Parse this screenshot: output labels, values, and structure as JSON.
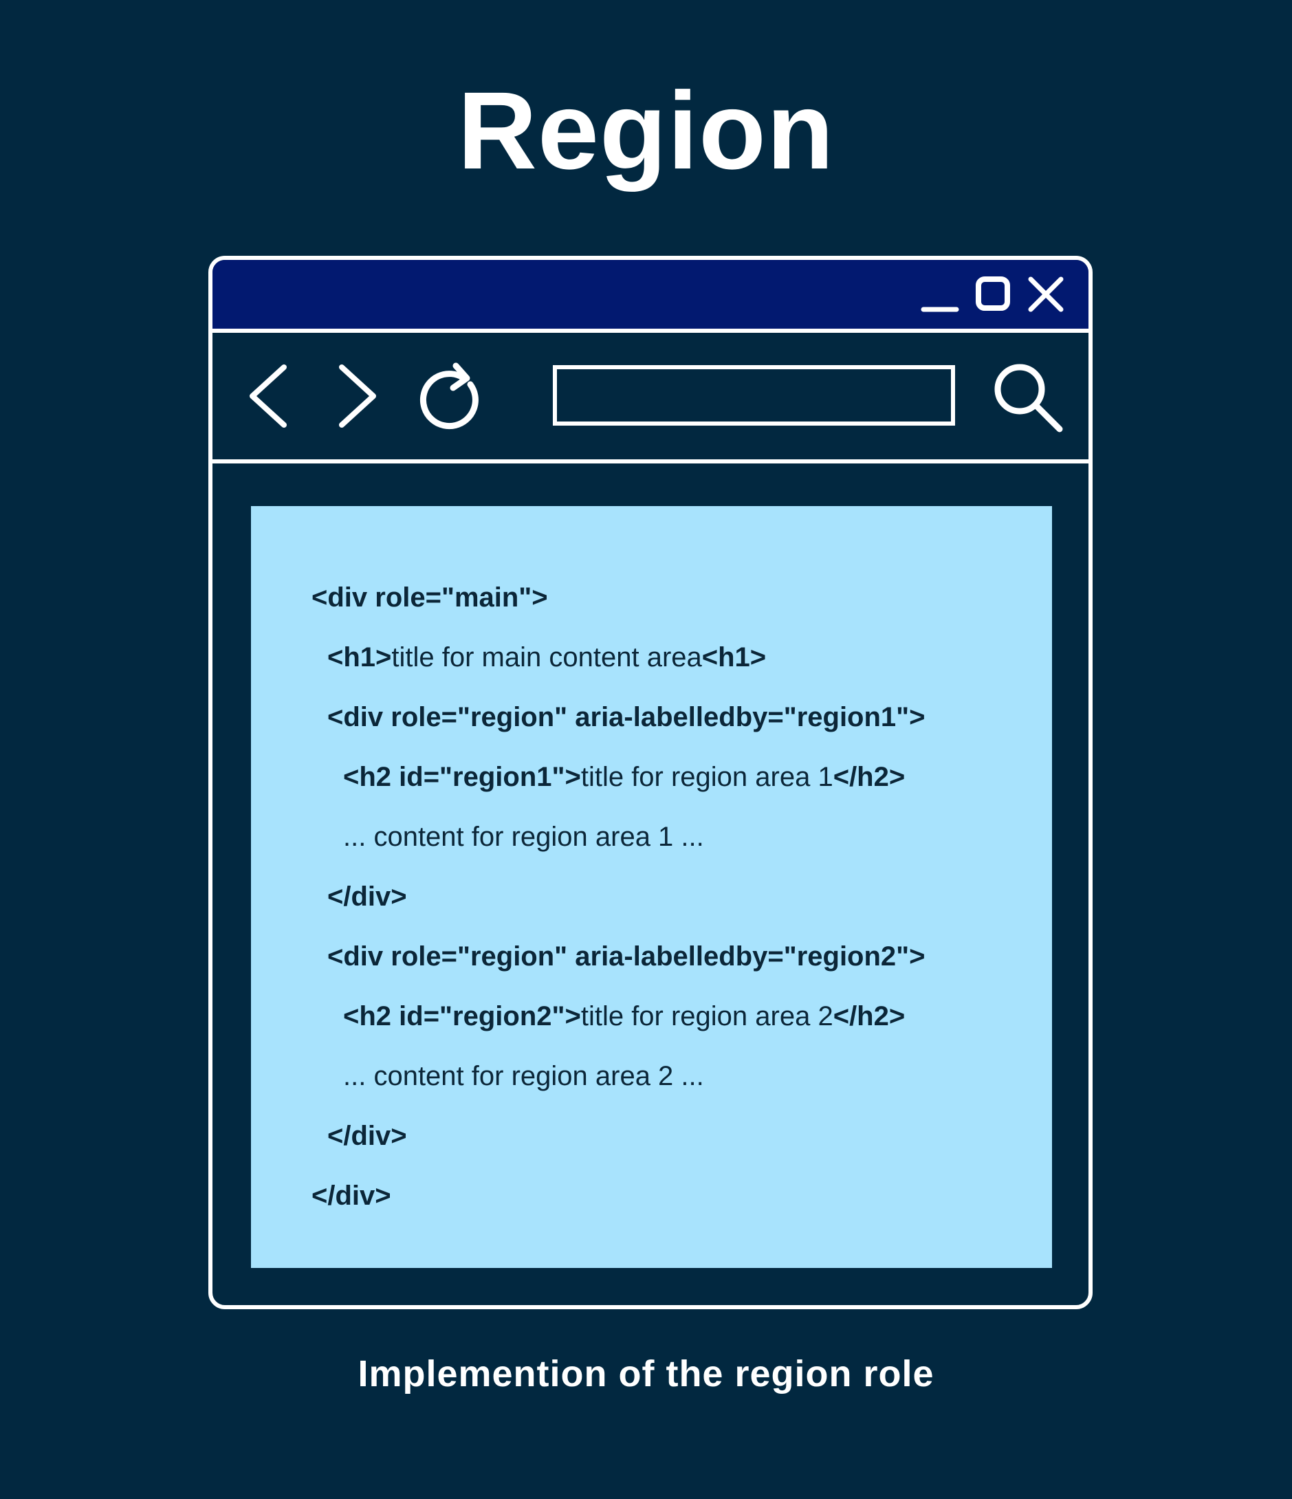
{
  "title": "Region",
  "caption": "Implemention of the region role",
  "colors": {
    "background": "#022840",
    "title_bar": "#021970",
    "content_area": "#a8e3fd",
    "code_text": "#0b2638",
    "outline": "#ffffff"
  },
  "window_controls": [
    {
      "icon": "minimize-icon"
    },
    {
      "icon": "maximize-icon"
    },
    {
      "icon": "close-icon"
    }
  ],
  "toolbar": {
    "icons": [
      "back-arrow-icon",
      "forward-arrow-icon",
      "reload-icon",
      "search-icon"
    ],
    "address_value": ""
  },
  "code_lines": [
    {
      "tag": "<div role=\"main\">",
      "text": "",
      "close": ""
    },
    {
      "tag": "<h1>",
      "text": "title for main content area",
      "close": "<h1>"
    },
    {
      "tag": "<div role=\"region\" aria-labelledby=\"region1\">",
      "text": "",
      "close": ""
    },
    {
      "tag": "<h2 id=\"region1\">",
      "text": "title for region area 1",
      "close": "</h2>"
    },
    {
      "tag": "",
      "text": "... content for region area 1 ...",
      "close": ""
    },
    {
      "tag": "</div>",
      "text": "",
      "close": ""
    },
    {
      "tag": "<div role=\"region\" aria-labelledby=\"region2\">",
      "text": "",
      "close": ""
    },
    {
      "tag": "<h2 id=\"region2\">",
      "text": "title for region area 2",
      "close": "</h2>"
    },
    {
      "tag": "",
      "text": "... content for region area 2 ...",
      "close": ""
    },
    {
      "tag": "</div>",
      "text": "",
      "close": ""
    },
    {
      "tag": "</div>",
      "text": "",
      "close": ""
    }
  ]
}
